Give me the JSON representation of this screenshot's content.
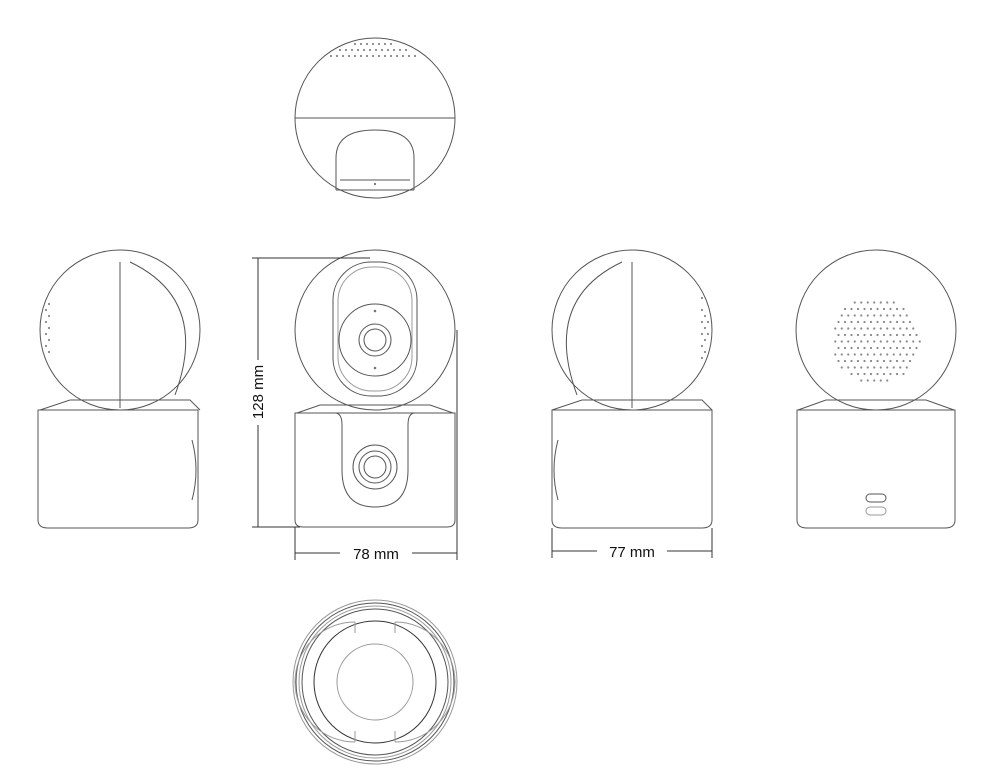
{
  "dimensions": {
    "height_label": "128 mm",
    "front_width_label": "78 mm",
    "side_depth_label": "77 mm"
  },
  "views": [
    "top",
    "left-side",
    "front",
    "right-side",
    "back",
    "bottom"
  ],
  "colors": {
    "line": "#555555",
    "background": "#ffffff"
  }
}
